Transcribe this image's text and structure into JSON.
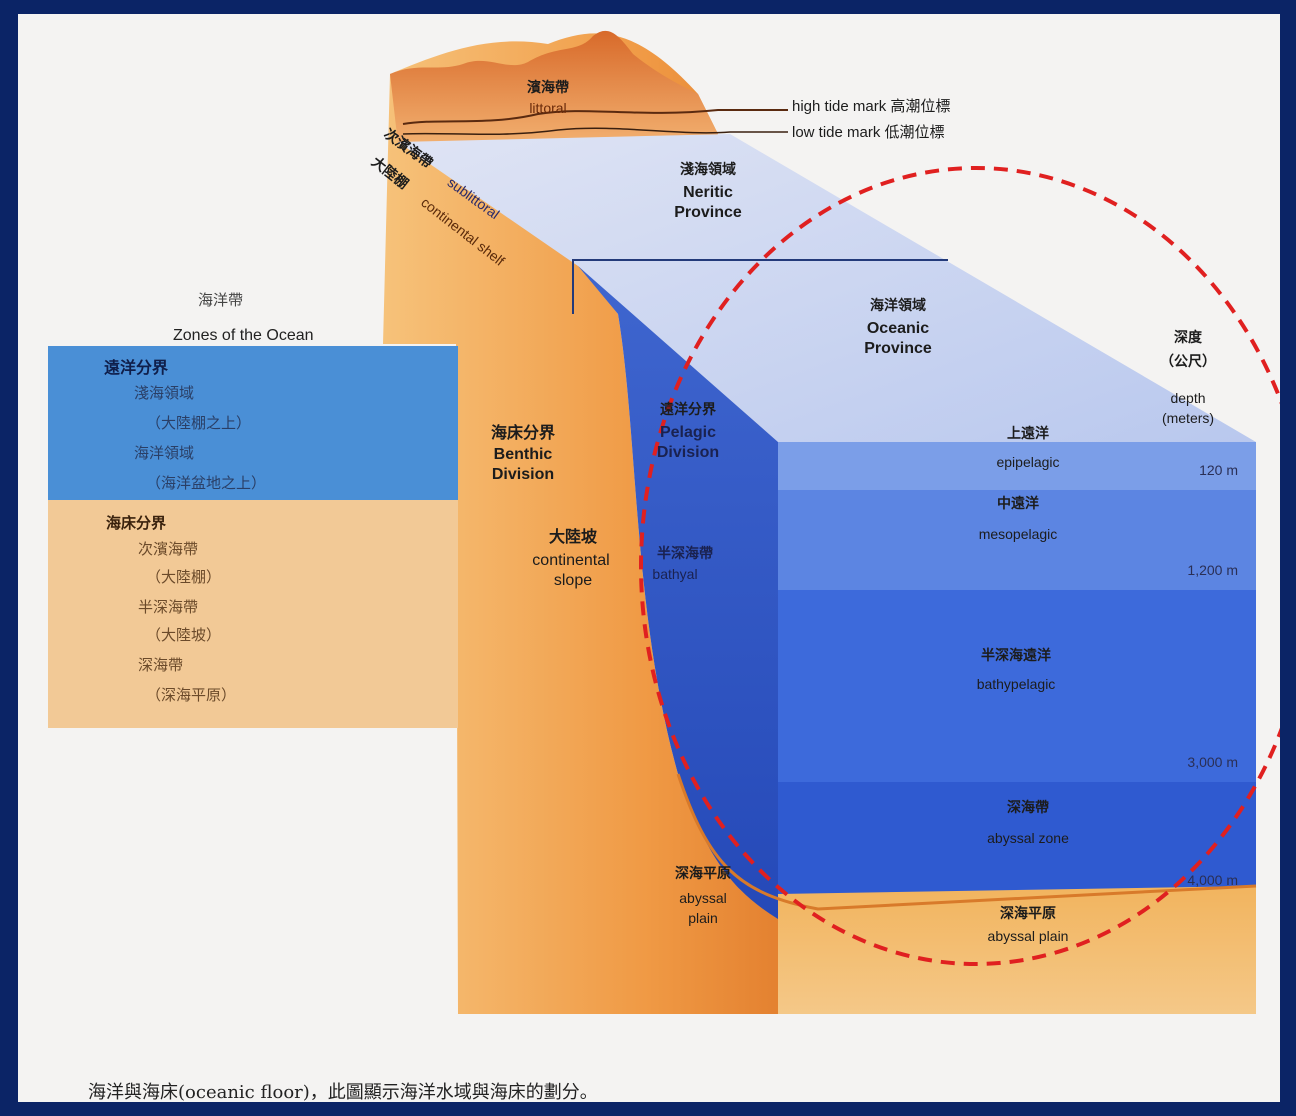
{
  "legend": {
    "title_zh": "海洋帶",
    "title_en": "Zones of the Ocean",
    "pelagic_zh": "遠洋分界",
    "neritic_zh": "淺海領域",
    "neritic_note": "（大陸棚之上）",
    "oceanic_zh": "海洋領域",
    "oceanic_note": "（海洋盆地之上）",
    "benthic_zh": "海床分界",
    "sublittoral_zh": "次濱海帶",
    "sublittoral_note": "（大陸棚）",
    "bathyal_zh": "半深海帶",
    "bathyal_note": "（大陸坡）",
    "abyssal_zh": "深海帶",
    "abyssal_note": "（深海平原）"
  },
  "labels": {
    "littoral_zh": "濱海帶",
    "littoral_en": "littoral",
    "high_tide": "high tide mark 高潮位標",
    "low_tide": "low tide mark 低潮位標",
    "sublittoral_zh": "次濱海帶",
    "sublittoral_en": "sublittoral",
    "shelf_zh": "大陸棚",
    "shelf_en": "continental shelf",
    "neritic_zh": "淺海領域",
    "neritic_en_1": "Neritic",
    "neritic_en_2": "Province",
    "oceanic_zh": "海洋領域",
    "oceanic_en_1": "Oceanic",
    "oceanic_en_2": "Province",
    "pelagic_zh": "遠洋分界",
    "pelagic_en_1": "Pelagic",
    "pelagic_en_2": "Division",
    "benthic_zh": "海床分界",
    "benthic_en_1": "Benthic",
    "benthic_en_2": "Division",
    "slope_zh": "大陸坡",
    "slope_en_1": "continental",
    "slope_en_2": "slope",
    "bathyal_zh": "半深海帶",
    "bathyal_en": "bathyal",
    "epipelagic_zh": "上遠洋",
    "epipelagic_en": "epipelagic",
    "mesopelagic_zh": "中遠洋",
    "mesopelagic_en": "mesopelagic",
    "bathypelagic_zh": "半深海遠洋",
    "bathypelagic_en": "bathypelagic",
    "abyssal_zone_zh": "深海帶",
    "abyssal_zone_en": "abyssal zone",
    "abyssal_plain_zh": "深海平原",
    "abyssal_plain_en_1": "abyssal",
    "abyssal_plain_en_2": "plain",
    "abyssal_plain_right_zh": "深海平原",
    "abyssal_plain_right_en": "abyssal plain"
  },
  "depth": {
    "title_zh": "深度",
    "unit_zh": "（公尺）",
    "title_en": "depth",
    "unit_en": "(meters)",
    "marks": [
      "120 m",
      "1,200 m",
      "3,000 m",
      "4,000 m"
    ]
  },
  "caption": "海洋與海床(oceanic floor)，此圖顯示海洋水域與海床的劃分。",
  "colors": {
    "frame": "#0b2466",
    "highlight_circle": "#e02020",
    "ocean_surface": "#c9d8f2",
    "ocean_deep": "#2f5fd0",
    "land": "#f0a050"
  }
}
